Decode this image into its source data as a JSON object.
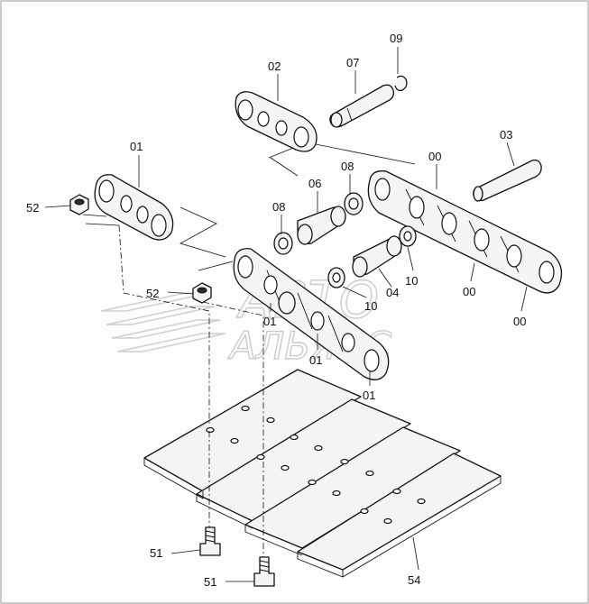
{
  "watermark": {
    "line1": "АВТО",
    "line2": "АЛЬЯНС"
  },
  "labels": {
    "l09": "09",
    "l02": "02",
    "l07": "07",
    "l01_top": "01",
    "l03": "03",
    "l00_top": "00",
    "l08_right": "08",
    "l06": "06",
    "l08_left": "08",
    "l52_top": "52",
    "l10_right": "10",
    "l04": "04",
    "l00_mid": "00",
    "l10_mid": "10",
    "l52_mid": "52",
    "l00_bottom": "00",
    "l01_a": "01",
    "l01_b": "01",
    "l01_c": "01",
    "l51_top": "51",
    "l51_bottom": "51",
    "l54": "54"
  }
}
